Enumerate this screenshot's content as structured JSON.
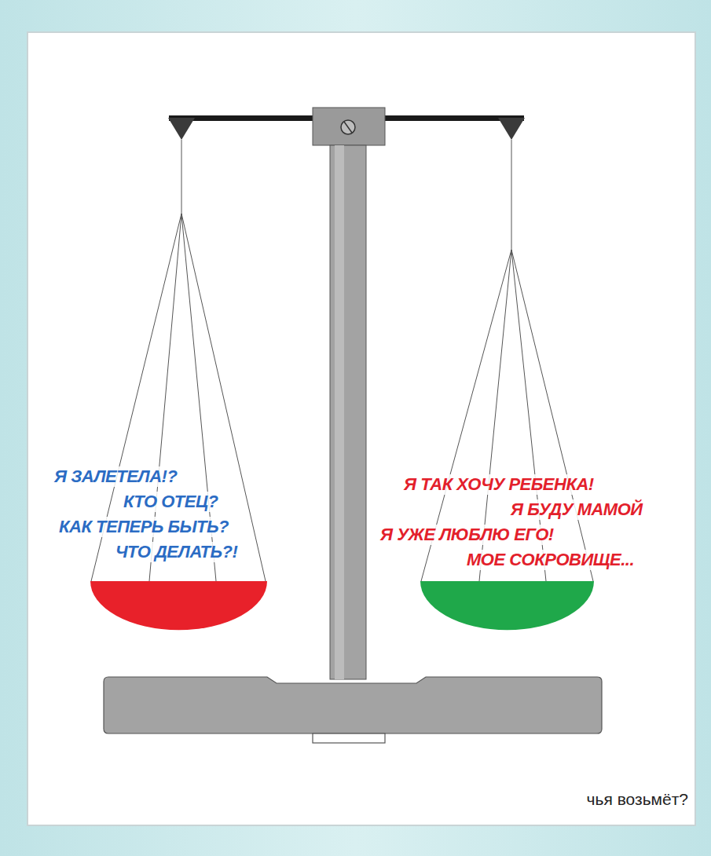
{
  "diagram": {
    "caption": "чья возьмёт?",
    "nodes": [
      {
        "text": [
          "Я ЗАЛЕТЕЛА!?",
          "КТО ОТЕЦ?",
          "КАК ТЕПЕРЬ БЫТЬ?",
          "ЧТО ДЕЛАТЬ?!"
        ]
      },
      {
        "text": [
          "Я ТАК ХОЧУ РЕБЕНКА!",
          "Я БУДУ МАМОЙ",
          "Я УЖЕ ЛЮБЛЮ ЕГО!",
          "МОЕ СОКРОВИЩЕ..."
        ]
      }
    ]
  }
}
